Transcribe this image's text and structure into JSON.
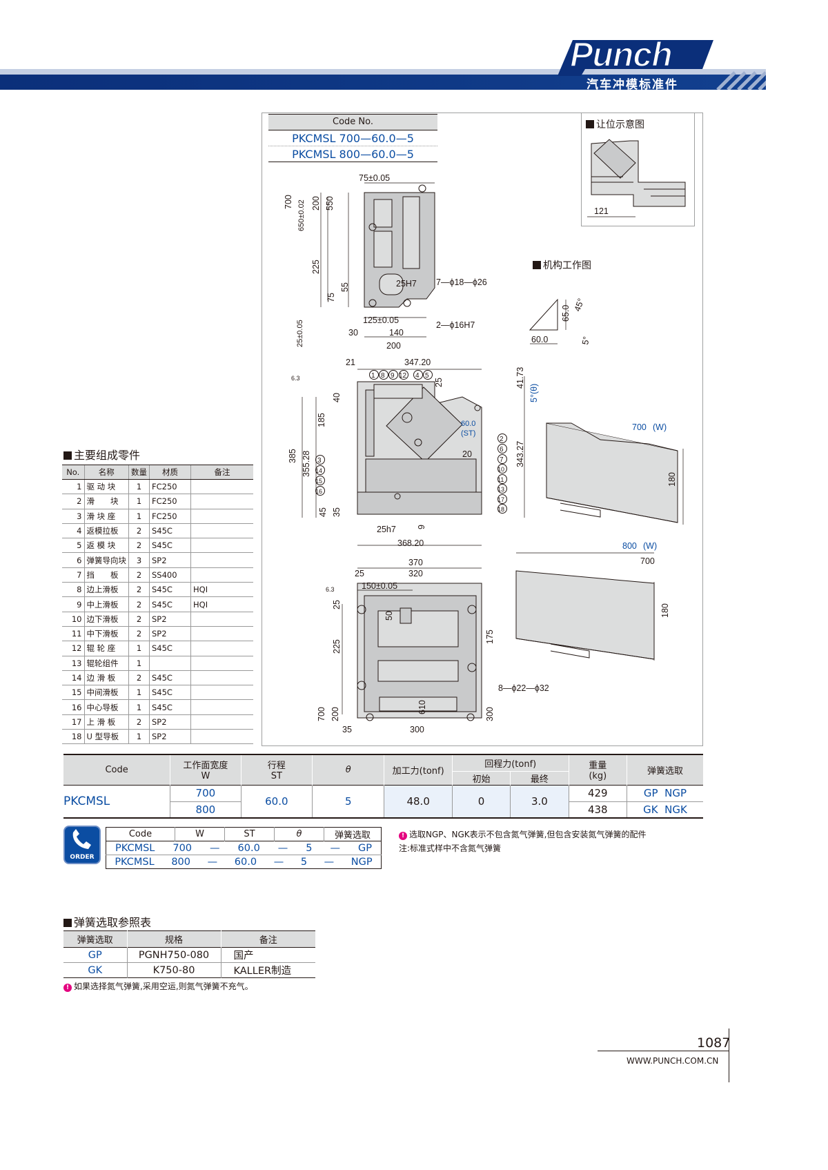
{
  "brand": {
    "logo": "Punch",
    "tagline": "汽车冲模标准件"
  },
  "code_box": {
    "header": "Code No.",
    "codes": [
      "PKCMSL 700—60.0—5",
      "PKCMSL 800—60.0—5"
    ]
  },
  "headings": {
    "clearance": "让位示意图",
    "mechanism": "机构工作图",
    "parts": "主要组成零件",
    "spring_table": "弹簧选取参照表"
  },
  "dims": {
    "top": [
      "75±0.05",
      "700",
      "650±0.02",
      "200",
      "550",
      "225",
      "55",
      "75",
      "25H7",
      "7—ϕ18—ϕ26",
      "2—ϕ16H7",
      "125±0.05",
      "140",
      "30",
      "200",
      "25±0.05",
      "6.3"
    ],
    "mid": [
      "21",
      "347.20",
      "25",
      "41.73",
      "5°(θ)",
      "40",
      "185",
      "385",
      "355.28",
      "60.0",
      "(ST)",
      "20",
      "343.27",
      "45",
      "35",
      "25h7",
      "9",
      "368.20",
      "6.3"
    ],
    "bottom": [
      "370",
      "320",
      "25",
      "150±0.05",
      "25",
      "50",
      "225",
      "175",
      "700",
      "200",
      "610",
      "300",
      "35",
      "300",
      "8—ϕ22—ϕ32",
      "6.3"
    ],
    "clearance": "121",
    "mechanism": [
      "65.0",
      "45°",
      "60.0",
      "5°"
    ],
    "views": [
      {
        "w": "700",
        "wl": "(W)",
        "h": "180"
      },
      {
        "w": "800",
        "wl": "(W)",
        "h": "180",
        "sub": "700"
      }
    ]
  },
  "balloons": {
    "top": [
      "1",
      "8",
      "9",
      "12",
      "4",
      "5"
    ],
    "right": [
      "2",
      "6",
      "7",
      "10",
      "11",
      "13",
      "17",
      "18"
    ],
    "left": [
      "3",
      "14",
      "15",
      "16"
    ]
  },
  "parts": {
    "headers": [
      "No.",
      "名称",
      "数量",
      "材质",
      "备注"
    ],
    "rows": [
      [
        "1",
        "驱 动 块",
        "1",
        "FC250",
        ""
      ],
      [
        "2",
        "滑　　块",
        "1",
        "FC250",
        ""
      ],
      [
        "3",
        "滑 块 座",
        "1",
        "FC250",
        ""
      ],
      [
        "4",
        "返模拉板",
        "2",
        "S45C",
        ""
      ],
      [
        "5",
        "返 模 块",
        "2",
        "S45C",
        ""
      ],
      [
        "6",
        "弹簧导向块",
        "3",
        "SP2",
        ""
      ],
      [
        "7",
        "挡　　板",
        "2",
        "SS400",
        ""
      ],
      [
        "8",
        "边上滑板",
        "2",
        "S45C",
        "HQI"
      ],
      [
        "9",
        "中上滑板",
        "2",
        "S45C",
        "HQI"
      ],
      [
        "10",
        "边下滑板",
        "2",
        "SP2",
        ""
      ],
      [
        "11",
        "中下滑板",
        "2",
        "SP2",
        ""
      ],
      [
        "12",
        "辊 轮 座",
        "1",
        "S45C",
        ""
      ],
      [
        "13",
        "辊轮组件",
        "1",
        "",
        ""
      ],
      [
        "14",
        "边 滑 板",
        "2",
        "S45C",
        ""
      ],
      [
        "15",
        "中间滑板",
        "1",
        "S45C",
        ""
      ],
      [
        "16",
        "中心导板",
        "1",
        "S45C",
        ""
      ],
      [
        "17",
        "上 滑 板",
        "2",
        "SP2",
        ""
      ],
      [
        "18",
        "U 型导板",
        "1",
        "SP2",
        ""
      ]
    ]
  },
  "spec": {
    "headers": {
      "code": "Code",
      "width": "工作面宽度",
      "width_sub": "W",
      "stroke": "行程",
      "stroke_sub": "ST",
      "theta": "θ",
      "force": "加工力(tonf)",
      "return": "回程力(tonf)",
      "initial": "初始",
      "final": "最终",
      "weight": "重量",
      "weight_sub": "(kg)",
      "spring": "弹簧选取"
    },
    "code": "PKCMSL",
    "widths": [
      "700",
      "800"
    ],
    "st": "60.0",
    "theta": "5",
    "force": "48.0",
    "initial": "0",
    "final": "3.0",
    "weights": [
      "429",
      "438"
    ],
    "springs": [
      "GP  NGP",
      "GK  NGK"
    ]
  },
  "order": {
    "icon_label": "ORDER",
    "headers": [
      "Code",
      "W",
      "ST",
      "θ",
      "弹簧选取"
    ],
    "rows": [
      [
        "PKCMSL",
        "700",
        "—",
        "60.0",
        "—",
        "5",
        "—",
        "GP"
      ],
      [
        "PKCMSL",
        "800",
        "—",
        "60.0",
        "—",
        "5",
        "—",
        "NGP"
      ]
    ]
  },
  "notes": {
    "note1": "选取NGP、NGK表示不包含氮气弹簧,但包含安装氮气弹簧的配件",
    "note2": "注:标准式样中不含氮气弹簧",
    "note3": "如果选择氮气弹簧,采用空运,则氮气弹簧不充气。"
  },
  "spring_ref": {
    "headers": [
      "弹簧选取",
      "规格",
      "备注"
    ],
    "rows": [
      [
        "GP",
        "PGNH750-080",
        "国产"
      ],
      [
        "GK",
        "K750-80",
        "KALLER制造"
      ]
    ]
  },
  "footer": {
    "page": "1087",
    "url": "WWW.PUNCH.COM.CN"
  },
  "colors": {
    "brand_blue": "#0b2f7a",
    "accent_blue": "#0b4da2",
    "note_pink": "#e4007f"
  }
}
